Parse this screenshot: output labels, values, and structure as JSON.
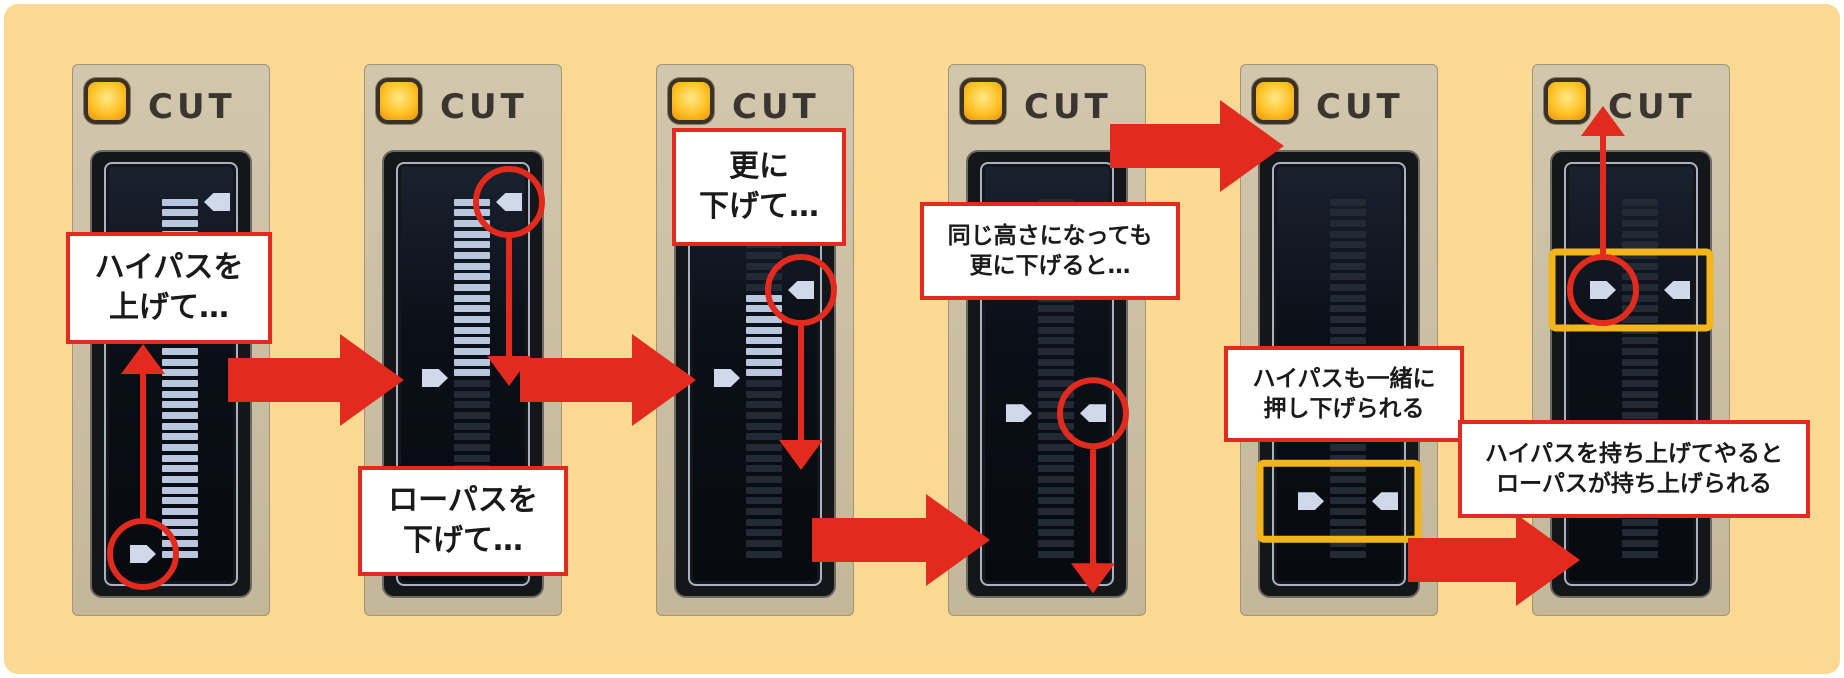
{
  "diagram": {
    "background_color": "#f9d993",
    "accent_red": "#e22a1e",
    "accent_orange": "#f2b51c",
    "panel_label": "CUT",
    "steps": [
      {
        "highpass_level": 0.0,
        "lowpass_level": 1.0,
        "lit_from": 0.0,
        "lit_to": 1.0,
        "callout_lines": [
          "ハイパスを",
          "上げて…"
        ]
      },
      {
        "highpass_level": 0.5,
        "lowpass_level": 1.0,
        "lit_from": 0.5,
        "lit_to": 1.0,
        "callout_lines": [
          "ローパスを",
          "下げて…"
        ]
      },
      {
        "highpass_level": 0.5,
        "lowpass_level": 0.75,
        "lit_from": 0.5,
        "lit_to": 0.75,
        "callout_lines": [
          "更に",
          "下げて…"
        ]
      },
      {
        "highpass_level": 0.4,
        "lowpass_level": 0.4,
        "lit_from": 0.4,
        "lit_to": 0.4,
        "callout_lines": [
          "同じ高さになっても",
          "更に下げると…"
        ]
      },
      {
        "highpass_level": 0.15,
        "lowpass_level": 0.15,
        "lit_from": 0.15,
        "lit_to": 0.15,
        "callout_lines": [
          "ハイパスも一緒に",
          "押し下げられる"
        ]
      },
      {
        "highpass_level": 0.75,
        "lowpass_level": 0.75,
        "lit_from": 0.75,
        "lit_to": 0.75,
        "callout_lines": [
          "ハイパスを持ち上げてやると",
          "ローパスが持ち上げられる"
        ]
      }
    ]
  }
}
